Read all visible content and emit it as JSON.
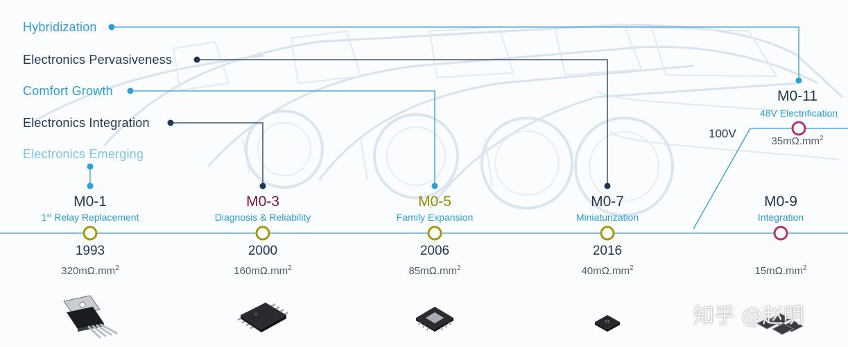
{
  "trends": [
    {
      "label": "Hybridization",
      "tone": "light"
    },
    {
      "label": "Electronics Pervasiveness",
      "tone": "dark"
    },
    {
      "label": "Comfort Growth",
      "tone": "light"
    },
    {
      "label": "Electronics Integration",
      "tone": "dark"
    },
    {
      "label": "Electronics Emerging",
      "tone": "faint"
    }
  ],
  "milestones": [
    {
      "title": "M0-1",
      "subtitle": "Relay Replacement",
      "subtitle_prefix": "1",
      "subtitle_sup": "st",
      "year": "1993",
      "rds_value": "320mΩ.mm",
      "rds_sup": "2",
      "title_color": "#1f3550",
      "ring_color": "#a3980e"
    },
    {
      "title": "M0-3",
      "subtitle": "Diagnosis & Reliability",
      "year": "2000",
      "rds_value": "160mΩ.mm",
      "rds_sup": "2",
      "title_color": "#7d1230",
      "ring_color": "#a3980e"
    },
    {
      "title": "M0-5",
      "subtitle": "Family Expansion",
      "year": "2006",
      "rds_value": "85mΩ.mm",
      "rds_sup": "2",
      "title_color": "#8f8b00",
      "ring_color": "#a3980e"
    },
    {
      "title": "M0-7",
      "subtitle": "Miniaturization",
      "year": "2016",
      "rds_value": "40mΩ.mm",
      "rds_sup": "2",
      "title_color": "#1f3550",
      "ring_color": "#a3980e"
    },
    {
      "title": "M0-9",
      "subtitle": "Integration",
      "year": "",
      "rds_value": "15mΩ.mm",
      "rds_sup": "2",
      "title_color": "#1f3550",
      "ring_color": "#b0356c"
    },
    {
      "title": "M0-11",
      "subtitle": "48V Electrification",
      "year": "",
      "rds_value": "35mΩ.mm",
      "rds_sup": "2",
      "title_color": "#1f3550",
      "ring_color": "#b0356c"
    }
  ],
  "voltage_label": "100V",
  "watermark": "知乎 @赵明",
  "packages": [
    {
      "icon": "to220-package-icon"
    },
    {
      "icon": "powerso-package-icon"
    },
    {
      "icon": "powersso-package-icon"
    },
    {
      "icon": "qfn-package-icon"
    },
    {
      "icon": "multi-chip-package-icon"
    }
  ],
  "colors": {
    "light_blue": "#2e9fd0",
    "dark_navy": "#1f3550",
    "maroon": "#7d1230",
    "olive": "#8f8b00",
    "ring_olive": "#a3980e",
    "ring_magenta": "#b0356c"
  }
}
